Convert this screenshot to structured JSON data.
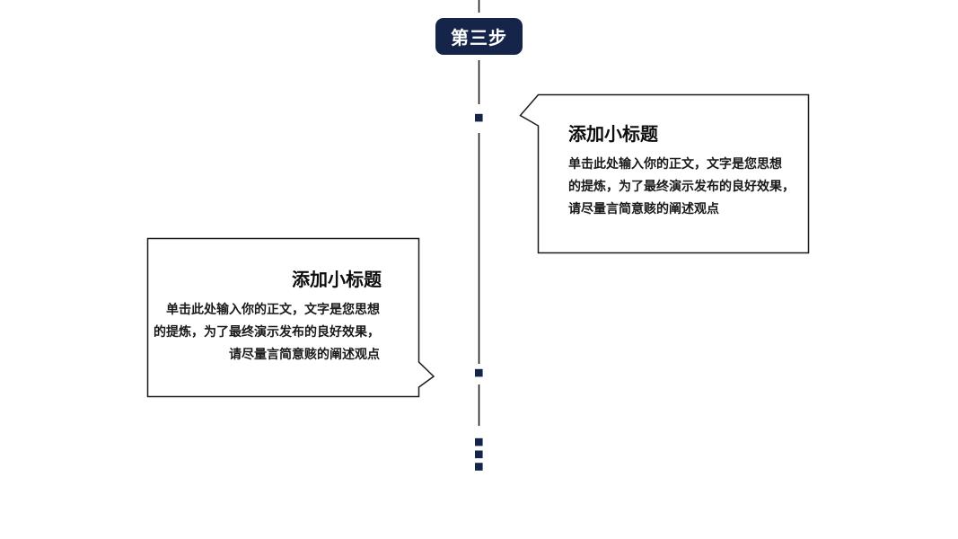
{
  "slide": {
    "step_badge": {
      "label": "第三步"
    },
    "colors": {
      "navy": "#15254A",
      "line": "#1B1B1B",
      "text": "#1A1A1A",
      "background": "#FFFFFF"
    }
  },
  "callouts": {
    "right": {
      "title": "添加小标题",
      "body_lines": [
        "单击此处输入你的正文，文字是您思想",
        "的提炼，为了最终演示发布的良好效果，",
        "请尽量言简意赅的阐述观点"
      ]
    },
    "left": {
      "title": "添加小标题",
      "body_lines": [
        "单击此处输入你的正文，文字是您思想",
        "的提炼，为了最终演示发布的良好效果，",
        "请尽量言简意赅的阐述观点"
      ]
    }
  }
}
